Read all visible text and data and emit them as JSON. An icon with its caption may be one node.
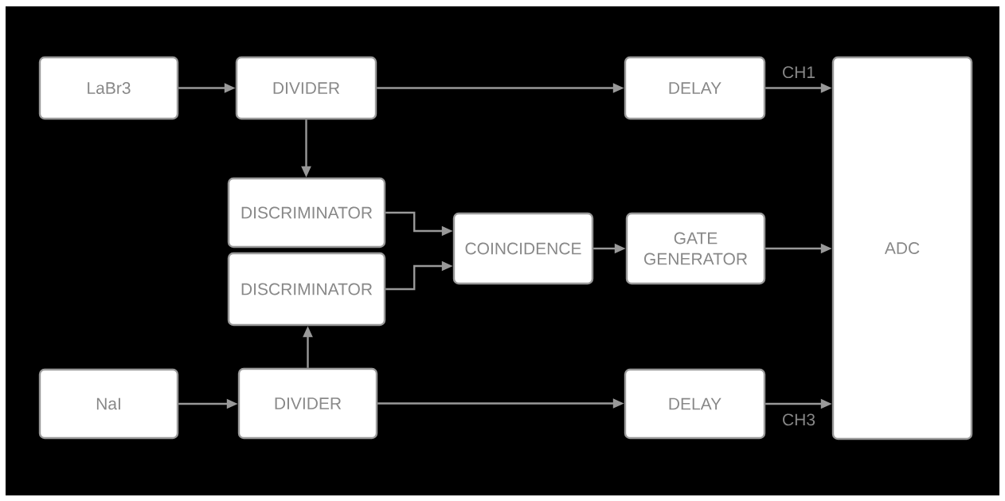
{
  "diagram": {
    "nodes": [
      {
        "text": [
          "LaBr3"
        ]
      },
      {
        "text": [
          "DIVIDER"
        ]
      },
      {
        "text": [
          "DELAY"
        ]
      },
      {
        "text": [
          "ADC"
        ]
      },
      {
        "text": [
          "DISCRIMINATOR"
        ]
      },
      {
        "text": [
          "DISCRIMINATOR"
        ]
      },
      {
        "text": [
          "COINCIDENCE"
        ]
      },
      {
        "text": [
          "GATE GENERATOR"
        ]
      },
      {
        "text": [
          "NaI"
        ]
      },
      {
        "text": [
          "DIVIDER"
        ]
      },
      {
        "text": [
          "DELAY"
        ]
      }
    ],
    "edges": [
      {
        "from": 0,
        "to": 1,
        "arrow": "to"
      },
      {
        "from": 1,
        "to": 2,
        "arrow": "to"
      },
      {
        "from": 1,
        "to": 4,
        "arrow": "to"
      },
      {
        "from": 2,
        "to": 3,
        "arrow": "to",
        "label": "CH1"
      },
      {
        "from": 4,
        "to": 6,
        "arrow": "to"
      },
      {
        "from": 5,
        "to": 6,
        "arrow": "to"
      },
      {
        "from": 6,
        "to": 7,
        "arrow": "to"
      },
      {
        "from": 7,
        "to": 3,
        "arrow": "to"
      },
      {
        "from": 8,
        "to": 9,
        "arrow": "to"
      },
      {
        "from": 9,
        "to": 5,
        "arrow": "to"
      },
      {
        "from": 9,
        "to": 10,
        "arrow": "to"
      },
      {
        "from": 10,
        "to": 3,
        "arrow": "to",
        "label": "CH3"
      }
    ]
  }
}
